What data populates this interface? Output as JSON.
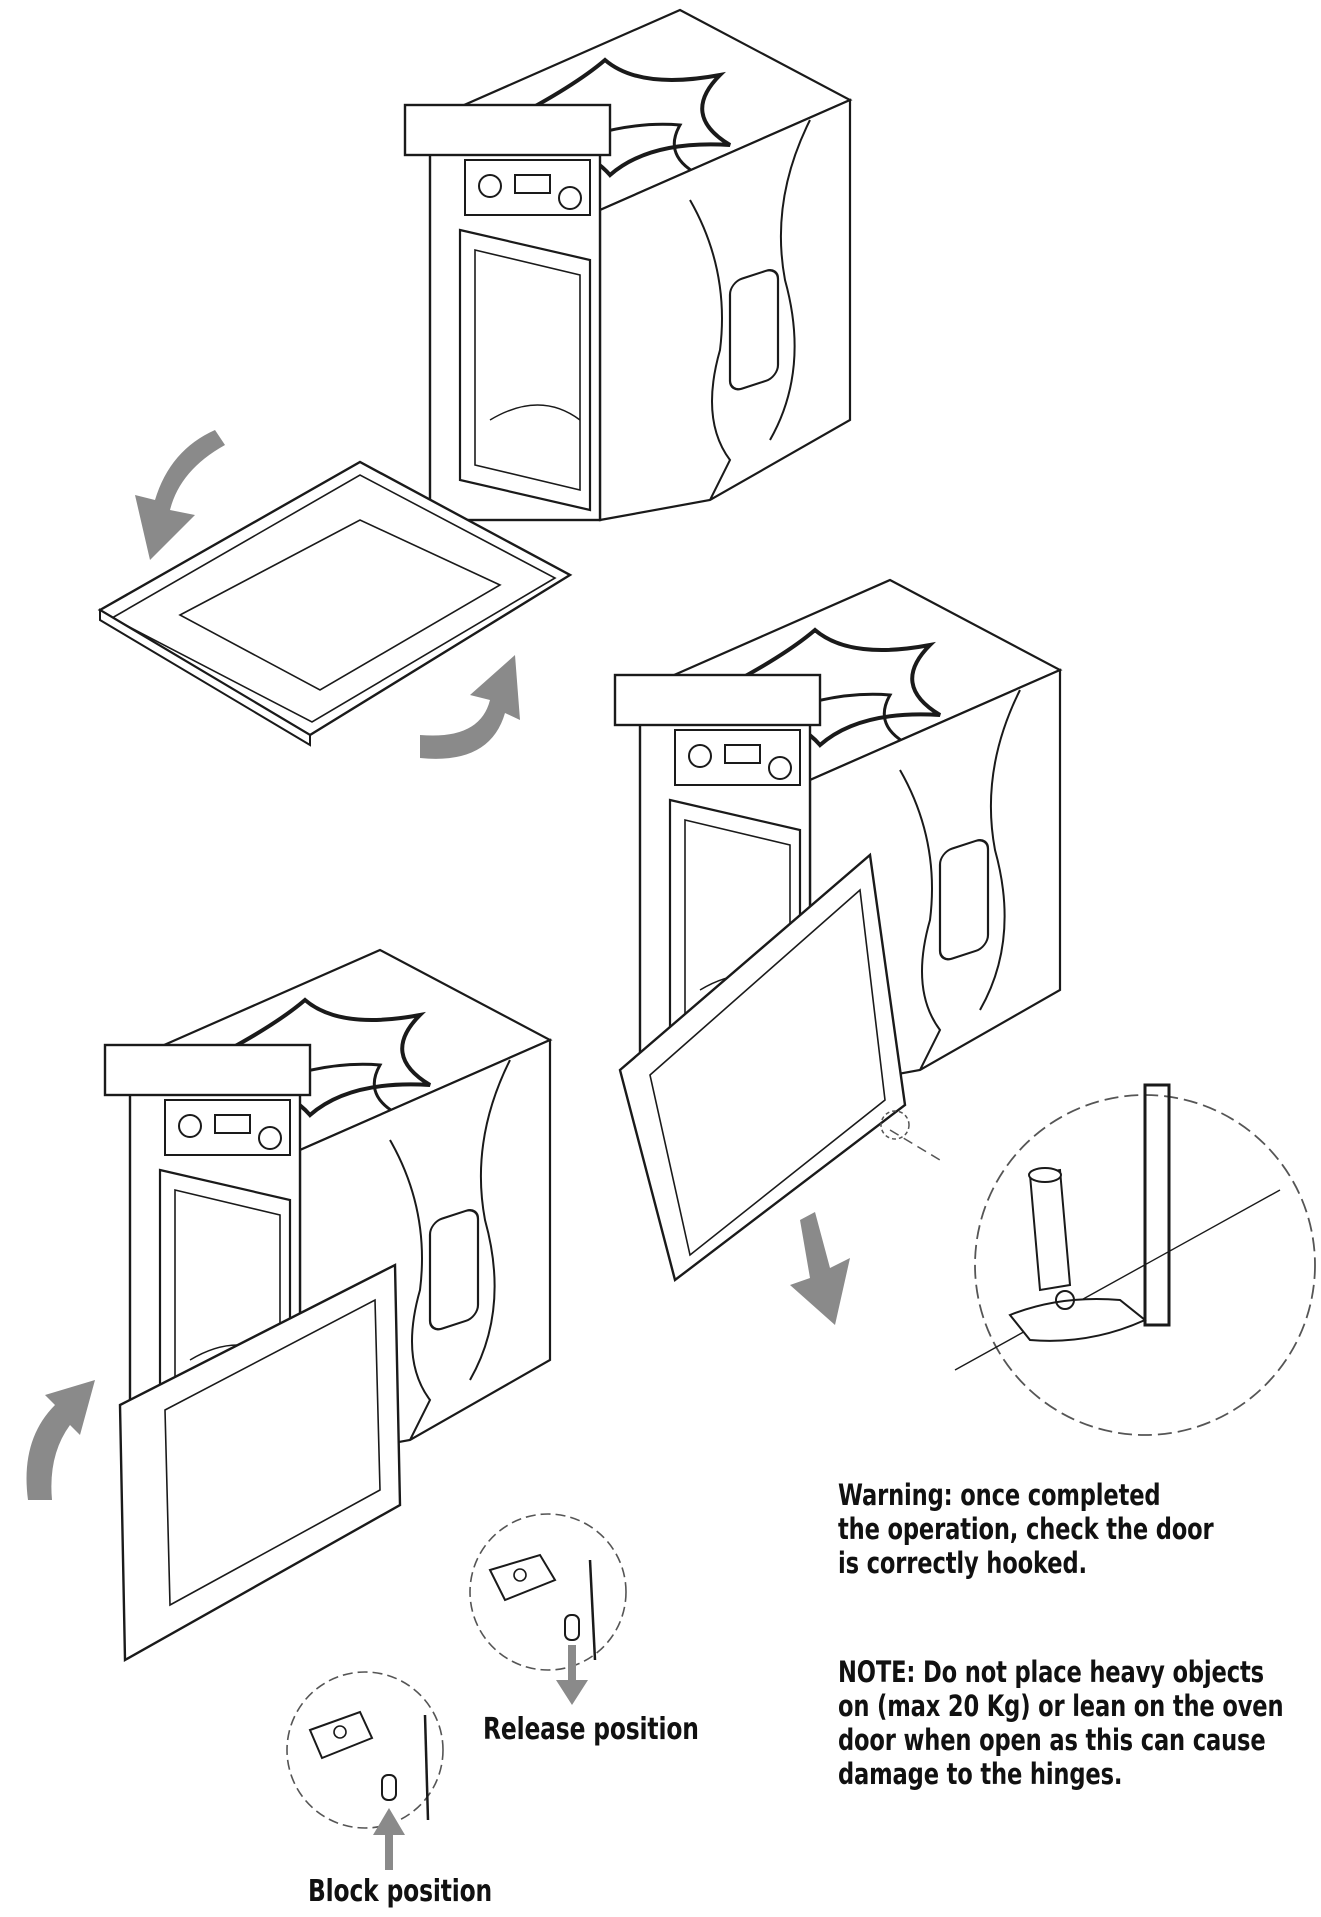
{
  "labels": {
    "release": "Release position",
    "block": "Block position"
  },
  "warning": {
    "lines": [
      "Warning: once completed",
      "the operation, check the door",
      "is correctly hooked."
    ]
  },
  "note": {
    "lines": [
      "NOTE: Do not place heavy objects",
      "on (max 20 Kg) or lean on the oven",
      "door when open as this can cause",
      "damage to the hinges."
    ]
  },
  "colors": {
    "line": "#1a1a1a",
    "arrow": "#8a8a8a",
    "text": "#111111"
  }
}
